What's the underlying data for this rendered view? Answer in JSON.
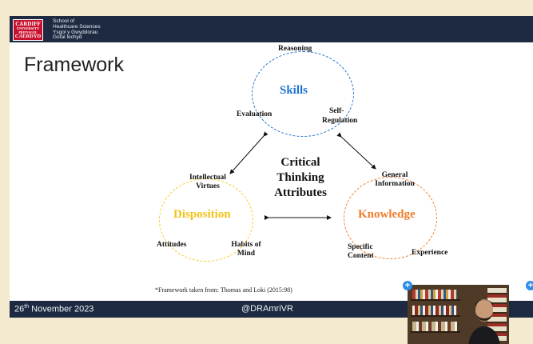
{
  "slide": {
    "logo": {
      "line1": "CARDIFF",
      "line2": "UNIVERSITY",
      "line3": "PRIFYSGOL",
      "line4": "CAERDYD"
    },
    "school": {
      "line1": "School of",
      "line2": "Healthcare Sciences",
      "line3": "Ysgol y Gwyddorau",
      "line4": "Gofal Iechyd"
    },
    "title": "Framework",
    "center_line1": "Critical",
    "center_line2": "Thinking",
    "center_line3": "Attributes",
    "skills": {
      "name": "Skills",
      "reasoning": "Reasoning",
      "evaluation": "Evaluation",
      "self_line1": "Self-",
      "self_line2": "Regulation"
    },
    "disposition": {
      "name": "Disposition",
      "iv_line1": "Intellectual",
      "iv_line2": "Virtues",
      "attitudes": "Attitudes",
      "habits_line1": "Habits of",
      "habits_line2": "Mind"
    },
    "knowledge": {
      "name": "Knowledge",
      "gi_line1": "General",
      "gi_line2": "Information",
      "sc_line1": "Specific",
      "sc_line2": "Content",
      "experience": "Experience"
    },
    "footnote": "*Framework taken from: Thomas and Loki (2015:98)",
    "footer": {
      "date_day": "26",
      "date_suffix": "th",
      "date_rest": "November 2023",
      "handle": "@DRAmriVR"
    }
  },
  "overlay": {
    "pin_left": "+",
    "pin_right": "+"
  },
  "colors": {
    "navy": "#1e2a41",
    "skills": "#1f73d1",
    "disposition": "#f3cc2b",
    "knowledge": "#ef7d2a",
    "frame": "#f3ead0"
  }
}
